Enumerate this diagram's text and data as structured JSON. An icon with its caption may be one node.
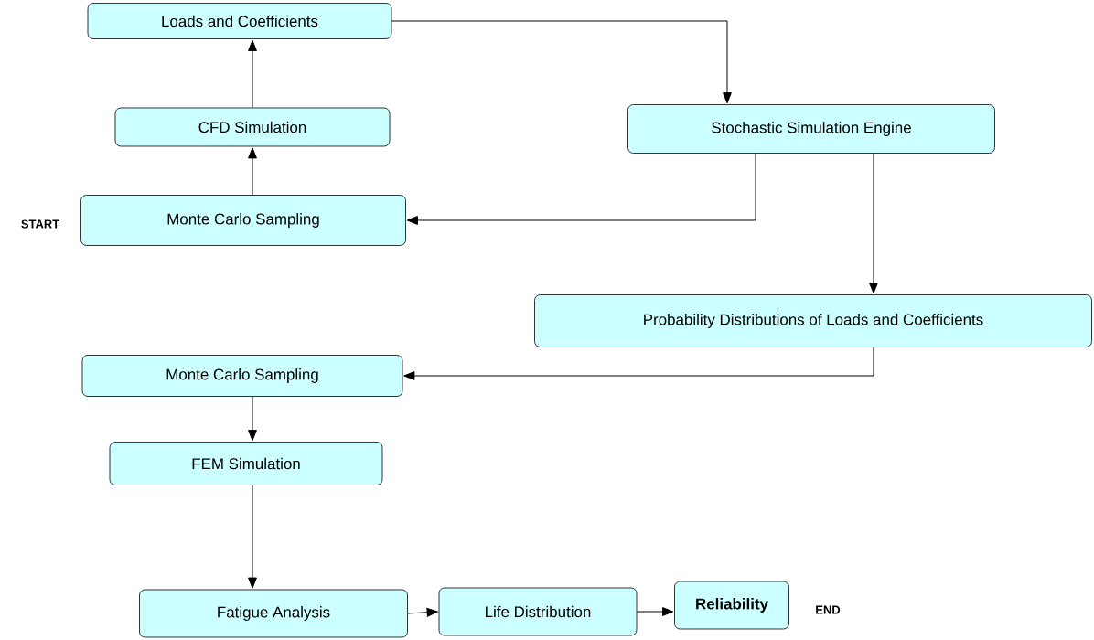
{
  "diagram": {
    "nodes": [
      {
        "text": [
          "Loads and Coefficients"
        ]
      },
      {
        "text": [
          "CFD Simulation"
        ]
      },
      {
        "text": [
          "Monte Carlo Sampling"
        ]
      },
      {
        "text": [
          "Stochastic Simulation Engine"
        ]
      },
      {
        "text": [
          "Probability Distributions of Loads and Coefficients"
        ]
      },
      {
        "text": [
          "Monte Carlo Sampling"
        ]
      },
      {
        "text": [
          "FEM Simulation"
        ]
      },
      {
        "text": [
          "Fatigue Analysis"
        ]
      },
      {
        "text": [
          "Life Distribution"
        ]
      },
      {
        "text": [
          "Reliability"
        ]
      }
    ],
    "edges": [
      {
        "from": 2,
        "to": 1,
        "arrow": "to"
      },
      {
        "from": 1,
        "to": 0,
        "arrow": "to"
      },
      {
        "from": 0,
        "to": 3,
        "arrow": "to"
      },
      {
        "from": 3,
        "to": 2,
        "arrow": "to"
      },
      {
        "from": 3,
        "to": 4,
        "arrow": "to"
      },
      {
        "from": 4,
        "to": 5,
        "arrow": "to"
      },
      {
        "from": 5,
        "to": 6,
        "arrow": "to"
      },
      {
        "from": 6,
        "to": 7,
        "arrow": "to"
      },
      {
        "from": 7,
        "to": 8,
        "arrow": "to"
      },
      {
        "from": 8,
        "to": 9,
        "arrow": "to"
      }
    ],
    "labels": [
      "START",
      "END"
    ]
  }
}
